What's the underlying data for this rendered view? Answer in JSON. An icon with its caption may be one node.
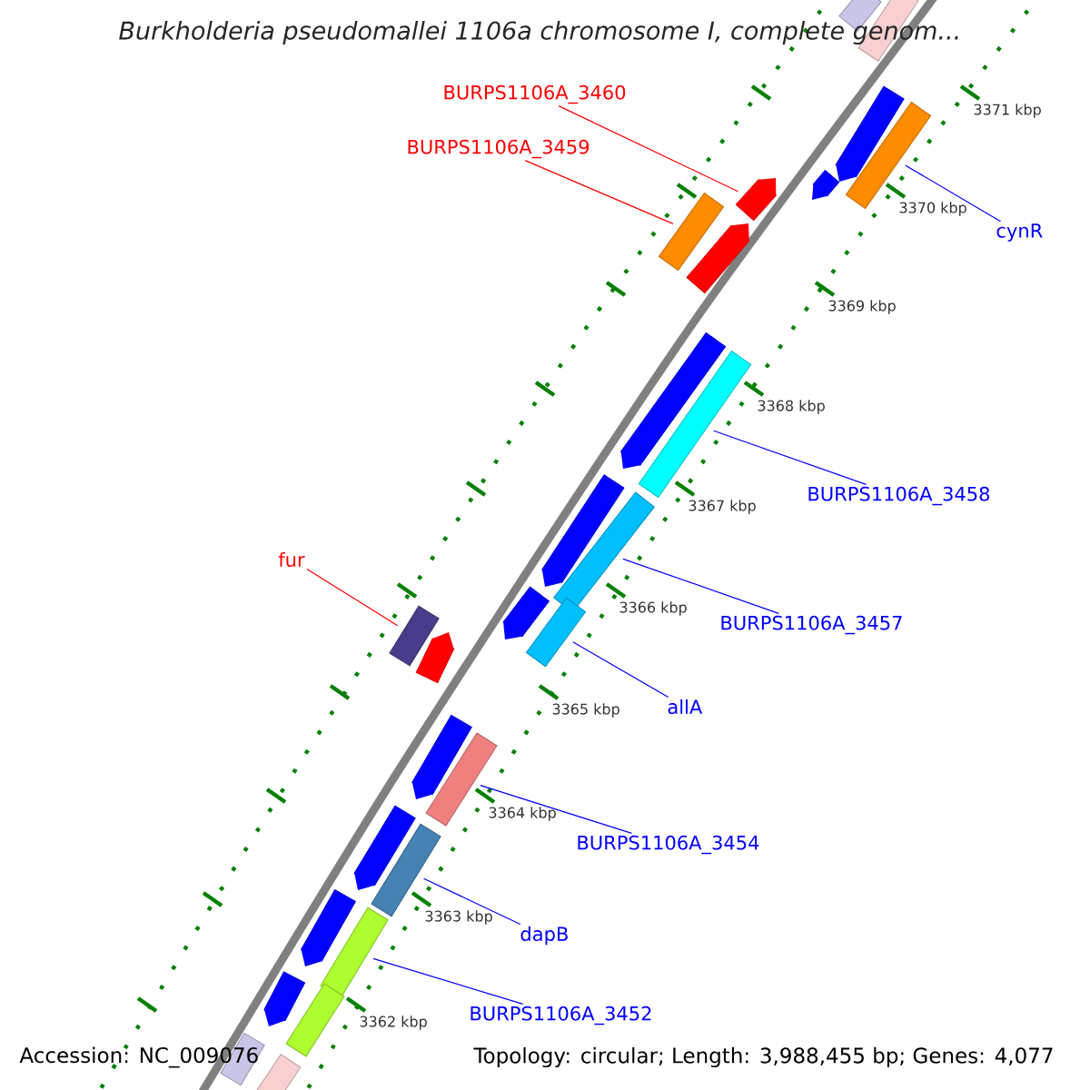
{
  "diagram": {
    "title": "Burkholderia pseudomallei 1106a chromosome I, complete genom...",
    "nodes": [
      {
        "text": [
          "BURPS1106A_3460"
        ]
      },
      {
        "text": [
          "BURPS1106A_3459"
        ]
      },
      {
        "text": [],
        "shape": "bar"
      },
      {
        "text": [],
        "shape": "bar"
      },
      {
        "text": [
          "cynR"
        ]
      },
      {
        "text": [],
        "shape": "bar"
      },
      {
        "text": [
          "BURPS1106A_3458"
        ]
      },
      {
        "text": [],
        "shape": "bar"
      },
      {
        "text": [
          "fur"
        ]
      },
      {
        "text": [],
        "shape": "bar"
      },
      {
        "text": [
          "BURPS1106A_3457"
        ]
      },
      {
        "text": [],
        "shape": "bar"
      },
      {
        "text": [
          "allA"
        ]
      },
      {
        "text": [],
        "shape": "bar"
      },
      {
        "text": [
          "BURPS1106A_3454"
        ]
      },
      {
        "text": [],
        "shape": "bar"
      },
      {
        "text": [
          "dapB"
        ]
      },
      {
        "text": [],
        "shape": "bar"
      },
      {
        "text": [
          "BURPS1106A_3452"
        ]
      },
      {
        "text": [],
        "shape": "bar"
      },
      {
        "text": [],
        "shape": "bar"
      },
      {
        "text": [],
        "shape": "bar"
      },
      {
        "text": [],
        "shape": "bar"
      },
      {
        "text": [],
        "shape": "bar"
      },
      {
        "text": [],
        "shape": "bar"
      },
      {
        "text": [],
        "shape": "bar"
      },
      {
        "text": [],
        "shape": "bar"
      },
      {
        "text": [],
        "shape": "bar"
      },
      {
        "text": [],
        "shape": "bar"
      },
      {
        "text": [],
        "shape": "bar"
      },
      {
        "text": [],
        "shape": "bar"
      },
      {
        "text": [],
        "shape": "bar"
      },
      {
        "text": [],
        "shape": "bar"
      },
      {
        "text": [],
        "shape": "bar"
      },
      {
        "text": [],
        "shape": "bar"
      },
      {
        "text": [],
        "shape": "bar"
      }
    ],
    "edges": [
      {
        "from": 0,
        "to": 2,
        "arrow": "none",
        "color": "#ff0000"
      },
      {
        "from": 1,
        "to": 3,
        "arrow": "none",
        "color": "#ff0000"
      },
      {
        "from": 4,
        "to": 5,
        "arrow": "none"
      },
      {
        "from": 6,
        "to": 7,
        "arrow": "none"
      },
      {
        "from": 8,
        "to": 9,
        "arrow": "none",
        "color": "#ff0000"
      },
      {
        "from": 10,
        "to": 11,
        "arrow": "none"
      },
      {
        "from": 12,
        "to": 13,
        "arrow": "none"
      },
      {
        "from": 14,
        "to": 15,
        "arrow": "none"
      },
      {
        "from": 16,
        "to": 17,
        "arrow": "none"
      },
      {
        "from": 18,
        "to": 19,
        "arrow": "none"
      }
    ],
    "labels": [
      "3371 kbp",
      "3370 kbp",
      "3369 kbp",
      "3368 kbp",
      "3367 kbp",
      "3366 kbp",
      "3365 kbp",
      "3364 kbp",
      "3363 kbp",
      "3362 kbp",
      "Accession: NC_009076",
      "Topology: circular; Length: 3,988,455 bp; Genes: 4,077"
    ]
  }
}
